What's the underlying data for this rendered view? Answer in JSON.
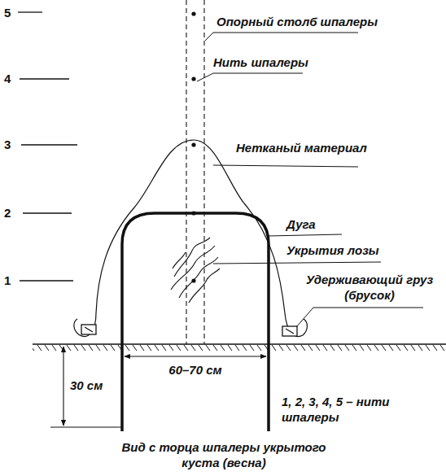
{
  "diagram": {
    "caption": "Вид с торца шпалеры укрытого куста (весна)",
    "labels": [
      "5",
      "4",
      "3",
      "2",
      "1",
      "Опорный столб шпалеры",
      "Нить шпалеры",
      "Нетканый материал",
      "Дуга",
      "Укрытия лозы",
      "Удерживающий груз (брусок)",
      "60–70 см",
      "30 см",
      "1, 2, 3, 4, 5 – нити шпалеры"
    ]
  }
}
